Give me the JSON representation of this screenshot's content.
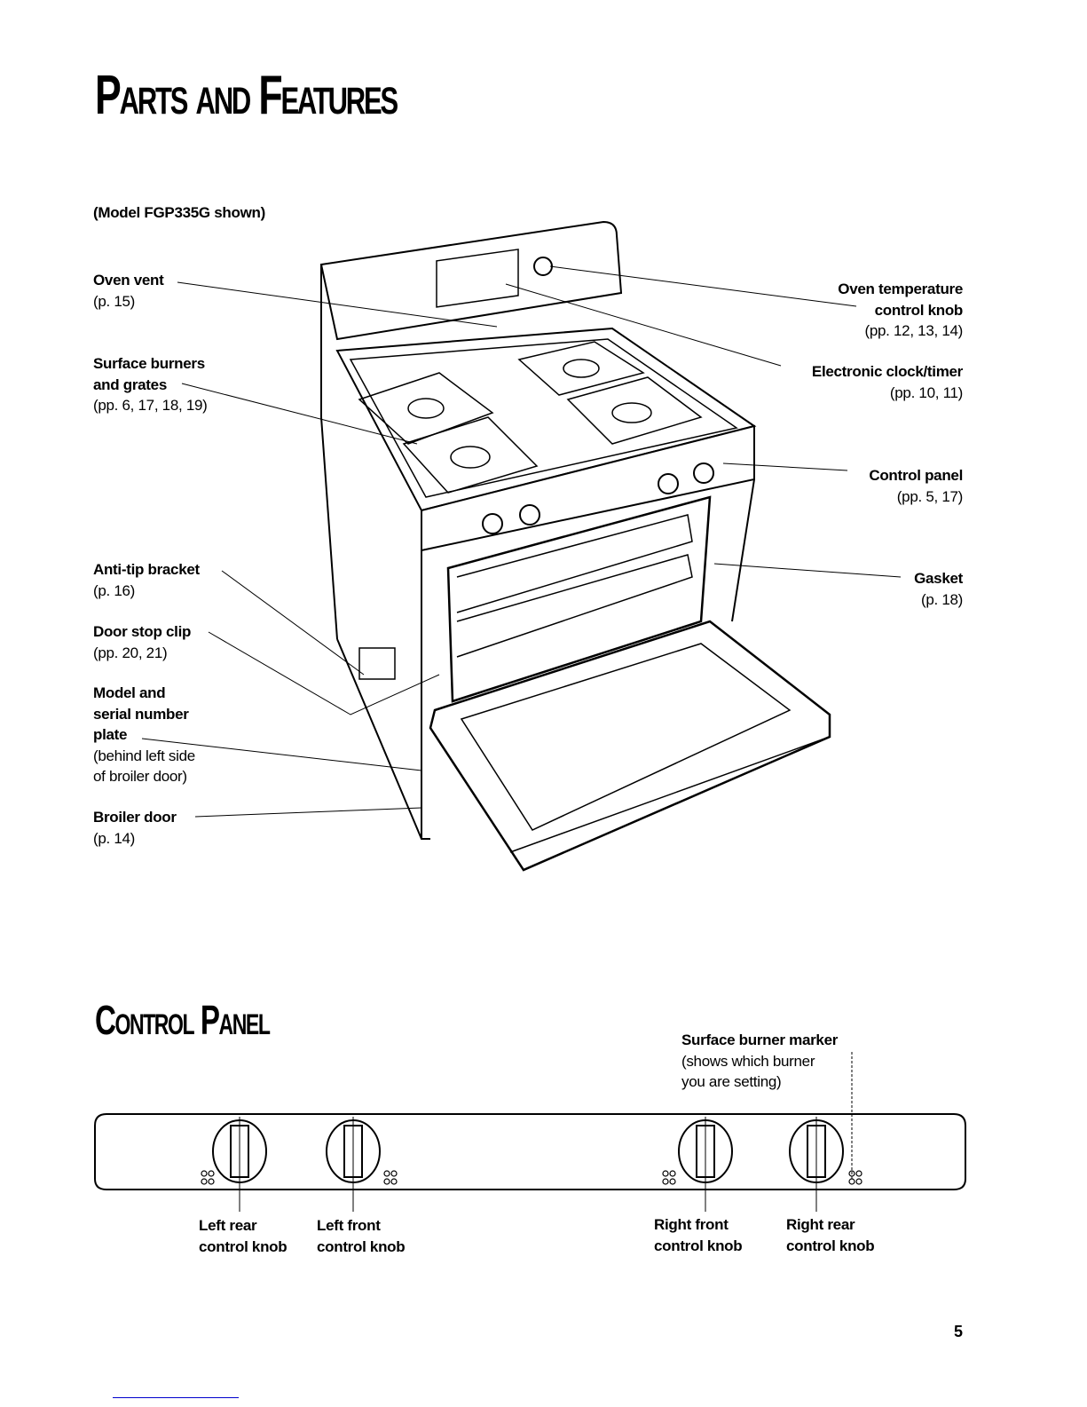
{
  "title": "Parts and Features",
  "model_note": "(Model FGP335G shown)",
  "left_labels": [
    {
      "name": "Oven vent",
      "ref": "(p. 15)"
    },
    {
      "name": "Surface burners and grates",
      "name_lines": [
        "Surface burners",
        "and grates"
      ],
      "ref": "(pp. 6, 17, 18, 19)"
    },
    {
      "name": "Anti-tip bracket",
      "ref": "(p. 16)"
    },
    {
      "name": "Door stop clip",
      "ref": "(pp. 20, 21)"
    },
    {
      "name_lines": [
        "Model and",
        "serial number",
        "plate"
      ],
      "ref_lines": [
        "(behind left side",
        "of broiler door)"
      ]
    },
    {
      "name": "Broiler door",
      "ref": "(p. 14)"
    }
  ],
  "right_labels": [
    {
      "name_lines": [
        "Oven temperature",
        "control knob"
      ],
      "ref": "(pp. 12, 13, 14)"
    },
    {
      "name": "Electronic clock/timer",
      "ref": "(pp. 10, 11)"
    },
    {
      "name": "Control panel",
      "ref": "(pp. 5, 17)"
    },
    {
      "name": "Gasket",
      "ref": "(p. 18)"
    }
  ],
  "control_panel": {
    "title": "Control Panel",
    "marker_label": "Surface burner marker",
    "marker_desc": [
      "(shows which burner",
      "you are setting)"
    ],
    "knobs": [
      {
        "lines": [
          "Left rear",
          "control knob"
        ]
      },
      {
        "lines": [
          "Left front",
          "control knob"
        ]
      },
      {
        "lines": [
          "Right front",
          "control knob"
        ]
      },
      {
        "lines": [
          "Right rear",
          "control knob"
        ]
      }
    ]
  },
  "page_number": "5"
}
